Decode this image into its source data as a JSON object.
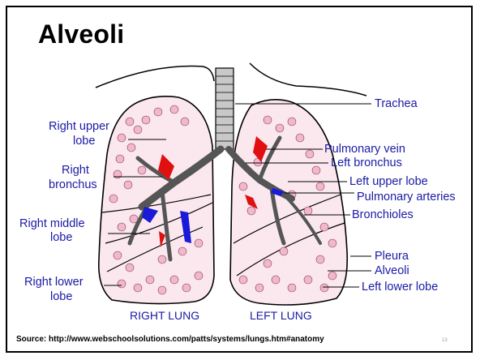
{
  "slide": {
    "title": "Alveoli",
    "page_number": "13",
    "source": "Source:  http://www.webschoolsolutions.com/patts/systems/lungs.htm#anatomy"
  },
  "labels": {
    "right_upper_lobe_1": "Right upper",
    "right_upper_lobe_2": "lobe",
    "right_bronchus_1": "Right",
    "right_bronchus_2": "bronchus",
    "right_middle_lobe_1": "Right middle",
    "right_middle_lobe_2": "lobe",
    "right_lower_lobe_1": "Right lower",
    "right_lower_lobe_2": "lobe",
    "trachea": "Trachea",
    "pulmonary_vein": "Pulmonary vein",
    "left_bronchus": "Left bronchus",
    "left_upper_lobe": "Left upper lobe",
    "pulmonary_arteries": "Pulmonary arteries",
    "bronchioles": "Bronchioles",
    "pleura": "Pleura",
    "alveoli": "Alveoli",
    "left_lower_lobe": "Left lower lobe",
    "right_lung": "RIGHT LUNG",
    "left_lung": "LEFT LUNG"
  },
  "colors": {
    "label_text": "#1a1aa6",
    "alveoli_fill": "#f3c6d6",
    "vein": "#e01010",
    "artery": "#1a1ad8"
  }
}
